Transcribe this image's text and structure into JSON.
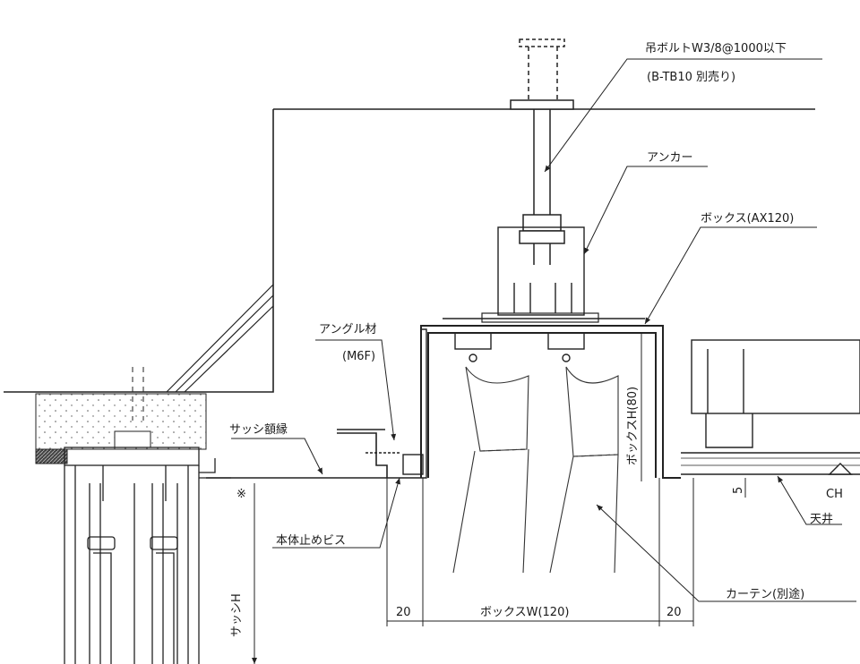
{
  "labels": {
    "hanger_bolt": "吊ボルトW3/8@1000以下",
    "hanger_bolt_note": "(B-TB10 別売り)",
    "anchor": "アンカー",
    "box": "ボックス(AX120)",
    "angle": "アングル材",
    "angle_note": "(M6F)",
    "sash_frame": "サッシ額縁",
    "screw": "本体止めビス",
    "curtain": "カーテン(別途)",
    "ceiling": "天井",
    "ch": "CH",
    "sash_height": "サッシH",
    "asterisk": "※",
    "box_height": "ボックスH(80)",
    "box_width": "ボックスW(120)",
    "dim_left": "20",
    "dim_right": "20",
    "dim_gap": "5"
  }
}
